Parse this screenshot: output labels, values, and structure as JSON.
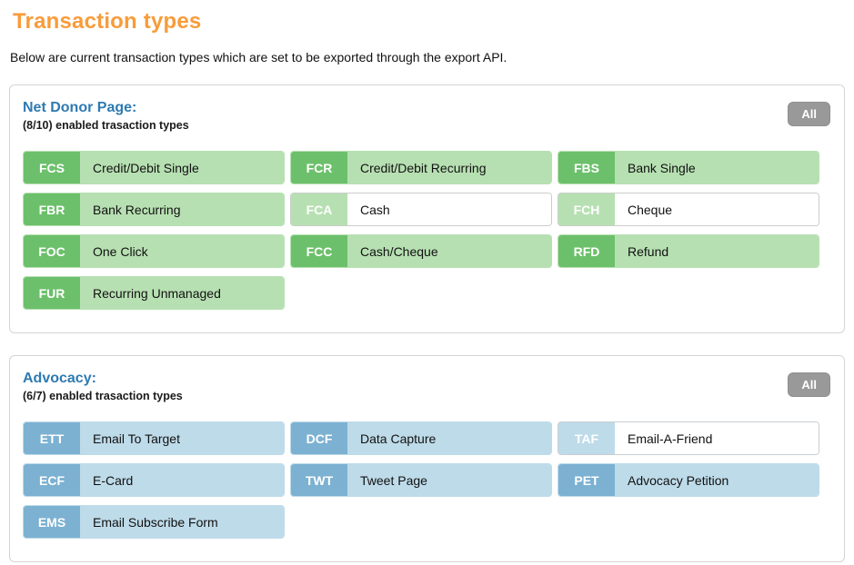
{
  "page": {
    "title": "Transaction types",
    "description": "Below are current transaction types which are set to be exported through the export API."
  },
  "colors": {
    "accent_orange": "#f89c3a",
    "header_blue": "#2e7ab2",
    "green": "#6cc06b",
    "green_light": "#b7e0b2",
    "blue": "#7cb1d2",
    "blue_light": "#bedbe9",
    "all_button_gray": "#999999"
  },
  "sections": [
    {
      "title": "Net Donor Page:",
      "subtitle": "(8/10) enabled trasaction types",
      "all_button_label": "All",
      "theme": "green",
      "items": [
        {
          "code": "FCS",
          "label": "Credit/Debit Single",
          "enabled": true
        },
        {
          "code": "FCR",
          "label": "Credit/Debit Recurring",
          "enabled": true
        },
        {
          "code": "FBS",
          "label": "Bank Single",
          "enabled": true
        },
        {
          "code": "FBR",
          "label": "Bank Recurring",
          "enabled": true
        },
        {
          "code": "FCA",
          "label": "Cash",
          "enabled": false
        },
        {
          "code": "FCH",
          "label": "Cheque",
          "enabled": false
        },
        {
          "code": "FOC",
          "label": "One Click",
          "enabled": true
        },
        {
          "code": "FCC",
          "label": "Cash/Cheque",
          "enabled": true
        },
        {
          "code": "RFD",
          "label": "Refund",
          "enabled": true
        },
        {
          "code": "FUR",
          "label": "Recurring Unmanaged",
          "enabled": true
        }
      ]
    },
    {
      "title": "Advocacy:",
      "subtitle": "(6/7) enabled trasaction types",
      "all_button_label": "All",
      "theme": "blue",
      "items": [
        {
          "code": "ETT",
          "label": "Email To Target",
          "enabled": true
        },
        {
          "code": "DCF",
          "label": "Data Capture",
          "enabled": true
        },
        {
          "code": "TAF",
          "label": "Email-A-Friend",
          "enabled": false
        },
        {
          "code": "ECF",
          "label": "E-Card",
          "enabled": true
        },
        {
          "code": "TWT",
          "label": "Tweet Page",
          "enabled": true
        },
        {
          "code": "PET",
          "label": "Advocacy Petition",
          "enabled": true
        },
        {
          "code": "EMS",
          "label": "Email Subscribe Form",
          "enabled": true
        }
      ]
    }
  ]
}
